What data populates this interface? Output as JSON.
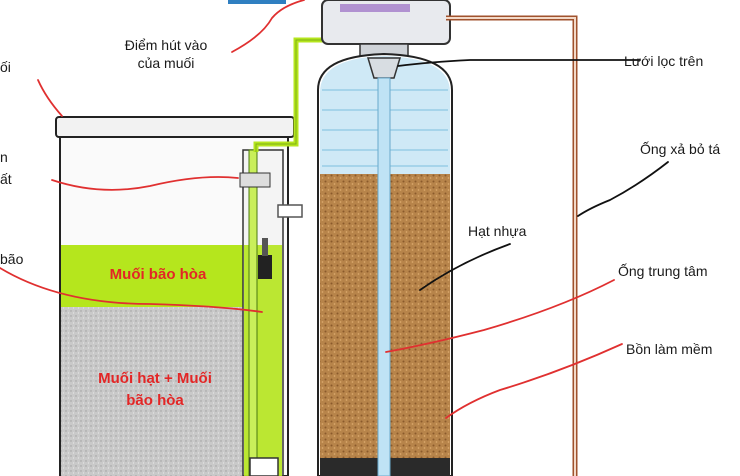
{
  "labels": {
    "salt_suction_point": "Điểm hút vào\ncủa muối",
    "top_strainer": "Lưới lọc trên",
    "drain_pipe": "Ống xả bỏ tá",
    "resin": "Hạt nhựa",
    "central_tube": "Ống trung tâm",
    "softener_tank": "Bồn làm mềm",
    "saturated_salt": "Muối bão hòa",
    "granular_salt": "Muối hạt +  Muối\nbão hòa",
    "cut_top": "ối",
    "cut_mid1": "n",
    "cut_mid2": "ất",
    "cut_bao": "bão"
  },
  "colors": {
    "brine_green": "#b5e61d",
    "resin_brown": "#b7844a",
    "water_blue": "#a9d8ee",
    "drain_pipe": "#a0522d",
    "pointer_red": "#e03030",
    "label_red": "#e32626",
    "salt_gray": "#c8c8c8"
  }
}
